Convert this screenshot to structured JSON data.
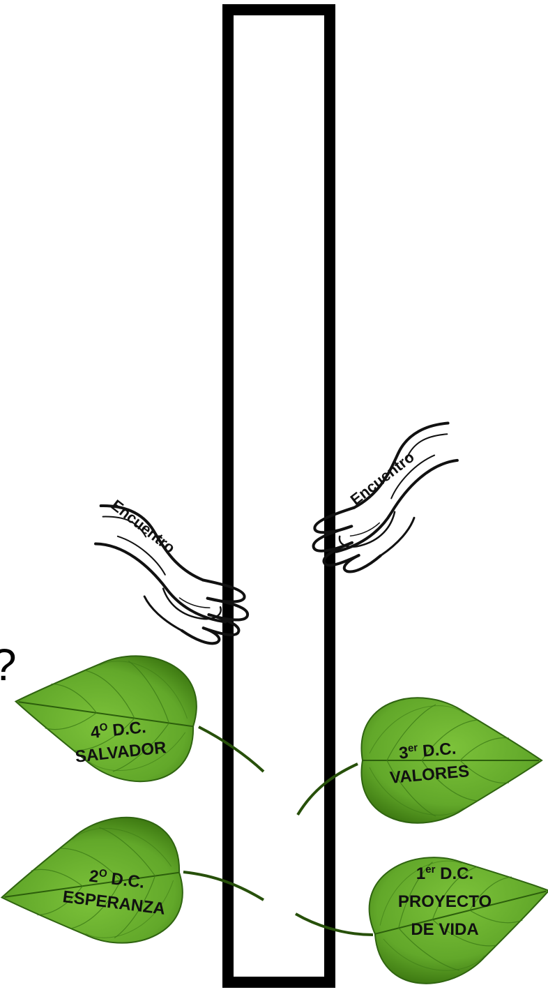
{
  "colors": {
    "background": "#ffffff",
    "pole": "#000000",
    "leaf_fill": "#6ab02e",
    "leaf_dark": "#3e7a12",
    "vein": "#2c5e0c",
    "stem": "#27500a",
    "label_text": "#111111"
  },
  "icons": {
    "left_hand": "open-hand-icon",
    "right_hand": "open-hand-icon",
    "leaf": "leaf-icon"
  },
  "question_mark": "?",
  "hands": {
    "left": {
      "label": "Encuentro"
    },
    "right": {
      "label": "Encuentro"
    }
  },
  "leaves": [
    {
      "id": "leaf-4",
      "num": "4",
      "sup": "O",
      "rest": " D.C.",
      "name": "SALVADOR"
    },
    {
      "id": "leaf-3",
      "num": "3",
      "sup": "er",
      "rest": " D.C.",
      "name": "VALORES"
    },
    {
      "id": "leaf-2",
      "num": "2",
      "sup": "O",
      "rest": " D.C.",
      "name": "ESPERANZA"
    },
    {
      "id": "leaf-1",
      "num": "1",
      "sup": "er",
      "rest": " D.C.",
      "name": "PROYECTO",
      "name2": "DE VIDA"
    }
  ]
}
